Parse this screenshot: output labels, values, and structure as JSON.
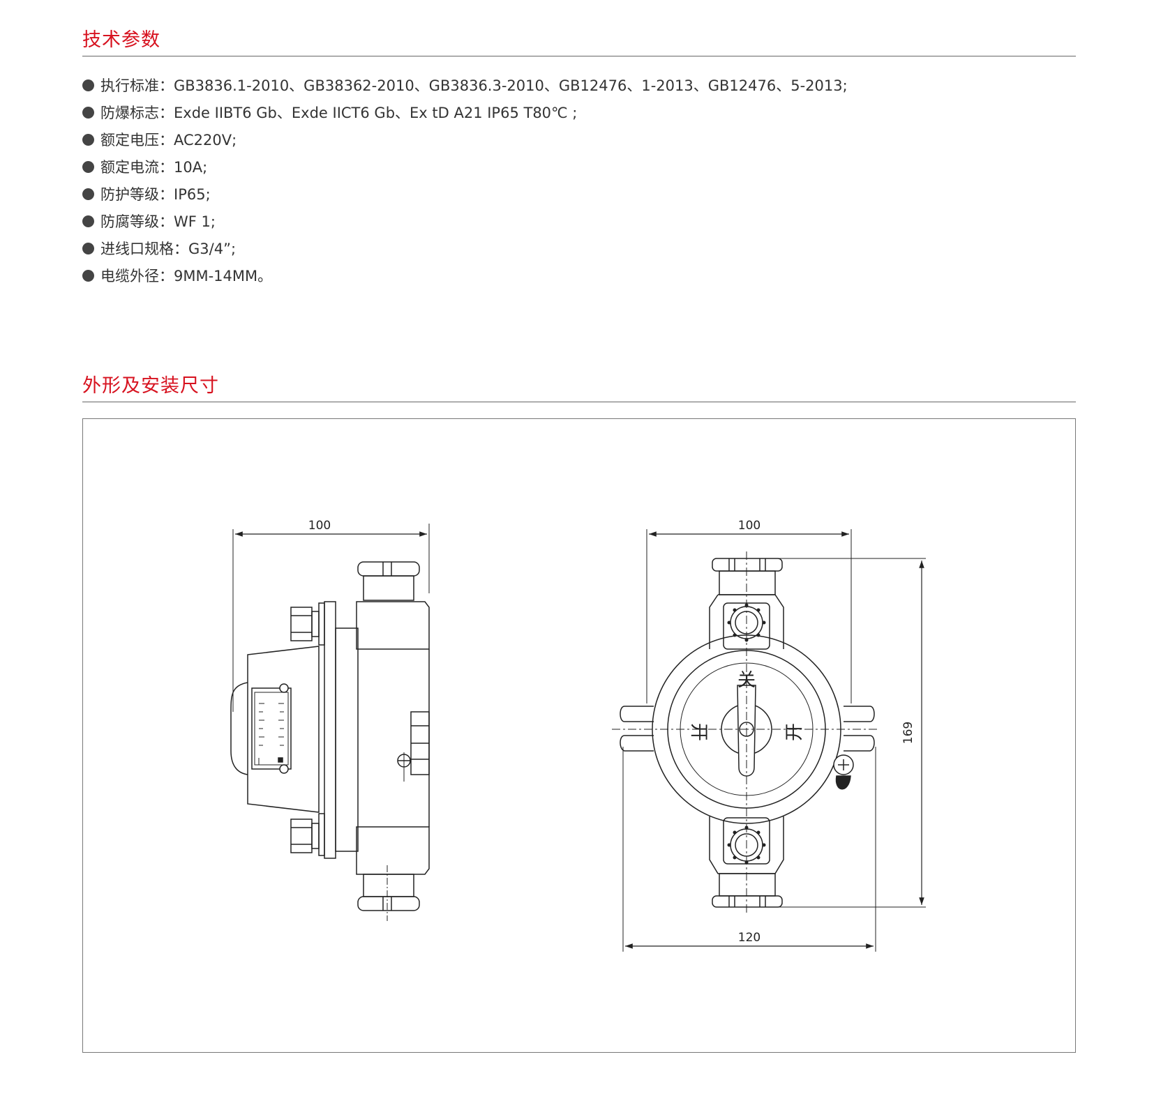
{
  "sections": {
    "tech_params": {
      "title": "技术参数",
      "items": [
        {
          "label": "执行标准：",
          "value": "GB3836.1-2010、GB38362-2010、GB3836.3-2010、GB12476、1-2013、GB12476、5-2013;"
        },
        {
          "label": "防爆标志：",
          "value": "Exde IIBT6 Gb、Exde IICT6 Gb、Ex tD A21 IP65 T80℃ ;"
        },
        {
          "label": "额定电压：",
          "value": "AC220V;"
        },
        {
          "label": "额定电流：",
          "value": "10A;"
        },
        {
          "label": "防护等级：",
          "value": "IP65;"
        },
        {
          "label": "防腐等级：",
          "value": "WF 1;"
        },
        {
          "label": "进线口规格：",
          "value": "G3/4”;"
        },
        {
          "label": "电缆外径：",
          "value": "9MM-14MM。"
        }
      ]
    },
    "dimensions": {
      "title": "外形及安装尺寸"
    }
  },
  "drawing": {
    "side_view": {
      "width_label": "100"
    },
    "front_view": {
      "width_label": "100",
      "height_label": "169",
      "mount_width_label": "120",
      "dial_off_label": "关",
      "dial_on_label_left": "开",
      "dial_on_label_right": "开"
    }
  },
  "colors": {
    "accent": "#d7121f",
    "text": "#333333",
    "line": "#222222"
  }
}
